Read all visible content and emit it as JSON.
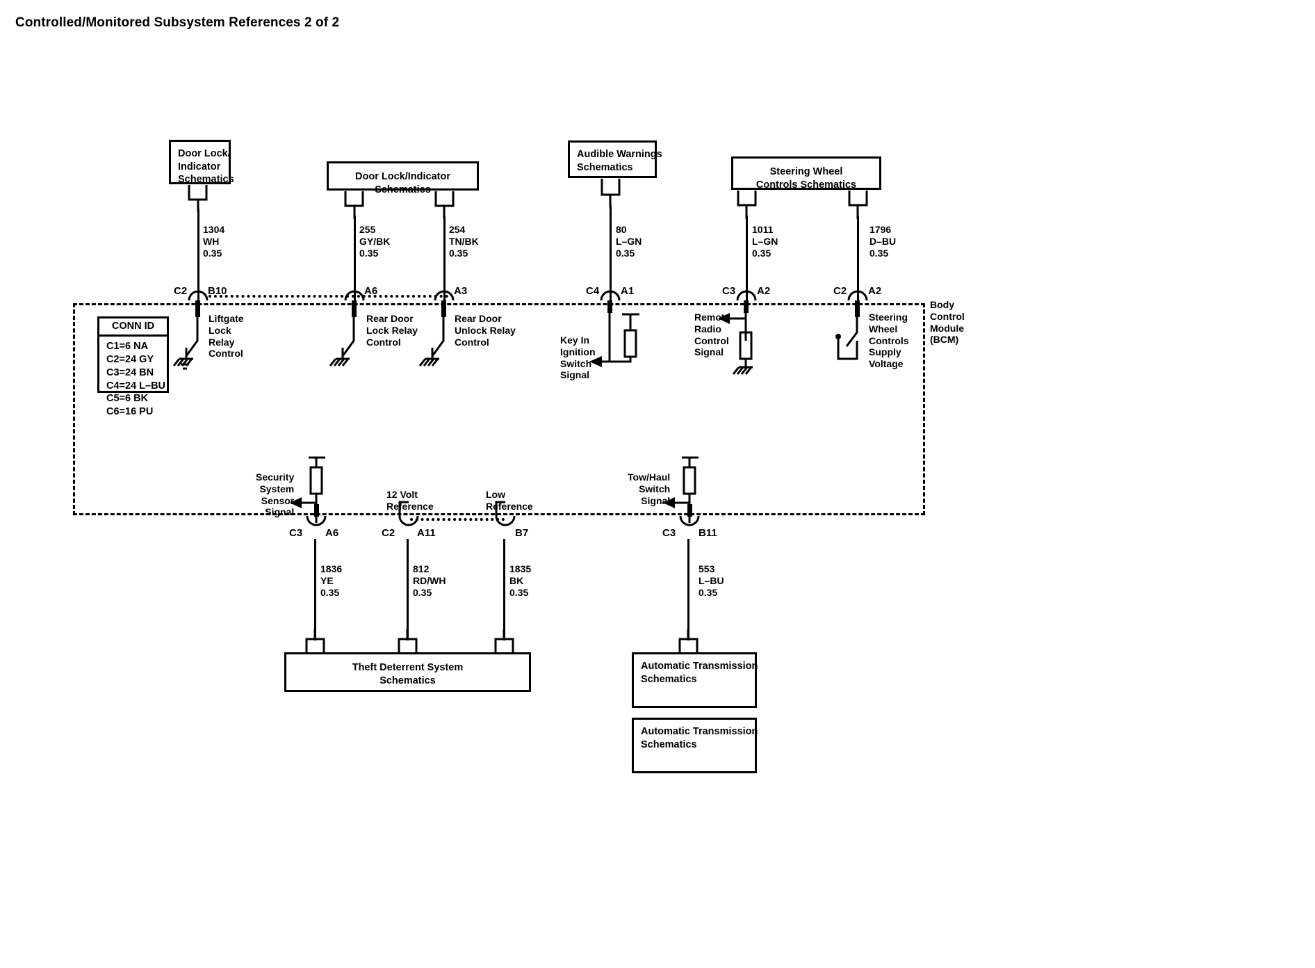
{
  "title": "Controlled/Monitored Subsystem References 2 of 2",
  "module": {
    "label": "Body\nControl\nModule\n(BCM)"
  },
  "conn_id": {
    "header": "CONN ID",
    "rows": "C1=6 NA\nC2=24 GY\nC3=24 BN\nC4=24 L–BU\nC5=6 BK\nC6=16 PU"
  },
  "reference_boxes": [
    {
      "id": "door-lock-indicator-1",
      "label": "Door Lock/\nIndicator\nSchematics"
    },
    {
      "id": "door-lock-indicator-2",
      "label": "Door Lock/Indicator\nSchematics"
    },
    {
      "id": "audible-warnings",
      "label": "Audible Warnings\nSchematics"
    },
    {
      "id": "steering-wheel-controls",
      "label": "Steering Wheel\nControls Schematics"
    },
    {
      "id": "theft-deterrent-system",
      "label": "Theft Deterrent System\nSchematics"
    },
    {
      "id": "automatic-transmission-1",
      "label": "Automatic Transmission\nSchematics"
    },
    {
      "id": "automatic-transmission-2",
      "label": "Automatic Transmission\nSchematics"
    }
  ],
  "circuits_top": [
    {
      "id": "liftgate-lock-relay-control",
      "wire": "1304\nWH\n0.35",
      "connector": "C2",
      "pin": "B10",
      "function": "Liftgate\nLock\nRelay\nControl"
    },
    {
      "id": "rear-door-lock-relay-control",
      "wire": "255\nGY/BK\n0.35",
      "connector": "",
      "pin": "A6",
      "function": "Rear Door\nLock Relay\nControl"
    },
    {
      "id": "rear-door-unlock-relay-control",
      "wire": "254\nTN/BK\n0.35",
      "connector": "",
      "pin": "A3",
      "function": "Rear Door\nUnlock Relay\nControl"
    },
    {
      "id": "key-in-ignition-switch-signal",
      "wire": "80\nL–GN\n0.35",
      "connector": "C4",
      "pin": "A1",
      "function": "Key In\nIgnition\nSwitch\nSignal"
    },
    {
      "id": "remote-radio-control-signal",
      "wire": "1011\nL–GN\n0.35",
      "connector": "C3",
      "pin": "A2",
      "function": "Remote\nRadio\nControl\nSignal"
    },
    {
      "id": "steering-wheel-controls-supply-voltage",
      "wire": "1796\nD–BU\n0.35",
      "connector": "C2",
      "pin": "A2",
      "function": "Steering\nWheel\nControls\nSupply\nVoltage"
    }
  ],
  "circuits_bottom": [
    {
      "id": "security-system-sensor-signal",
      "wire": "1836\nYE\n0.35",
      "connector": "C3",
      "pin": "A6",
      "function": "Security\nSystem\nSensor\nSignal"
    },
    {
      "id": "12-volt-reference",
      "wire": "812\nRD/WH\n0.35",
      "connector": "C2",
      "pin": "A11",
      "function": "12 Volt\nReference"
    },
    {
      "id": "low-reference",
      "wire": "1835\nBK\n0.35",
      "connector": "",
      "pin": "B7",
      "function": "Low\nReference"
    },
    {
      "id": "tow-haul-switch-signal",
      "wire": "553\nL–BU\n0.35",
      "connector": "C3",
      "pin": "B11",
      "function": "Tow/Haul\nSwitch\nSignal"
    }
  ]
}
